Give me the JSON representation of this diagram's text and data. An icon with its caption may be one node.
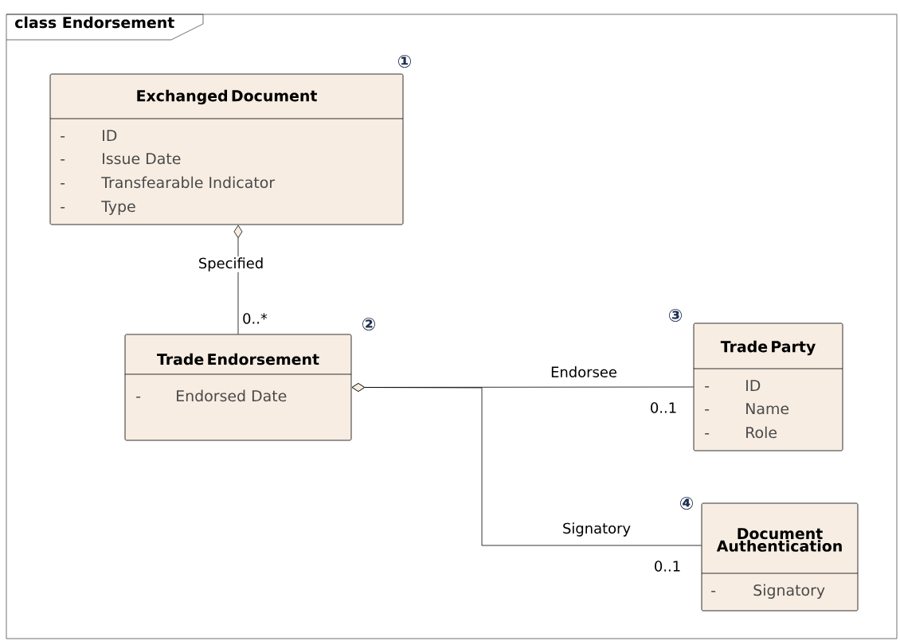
{
  "diagram": {
    "nodes": [
      {
        "text": [
          "class Endorsement"
        ]
      },
      {
        "text": [
          "Exchanged Document",
          "-",
          "ID",
          "-",
          "Issue Date",
          "-",
          "Transfearable Indicator",
          "-",
          "Type"
        ],
        "beside": [
          "①"
        ],
        "in": 0
      },
      {
        "text": [
          "Trade Endorsement",
          "-",
          "Endorsed Date"
        ],
        "beside": [
          "②"
        ],
        "in": 0
      },
      {
        "text": [
          "Trade Party",
          "-",
          "ID",
          "-",
          "Name",
          "-",
          "Role"
        ],
        "beside": [
          "③"
        ],
        "in": 0
      },
      {
        "text": [
          "Document Authentication",
          "-",
          "Signatory"
        ],
        "beside": [
          "④"
        ],
        "in": 0
      }
    ],
    "edges": [
      {
        "from": 1,
        "to": 2,
        "arrow": "other",
        "label": "Specified"
      },
      {
        "from": 2,
        "to": 3,
        "arrow": "other",
        "label": "Endorsee"
      },
      {
        "from": 2,
        "to": 4,
        "arrow": "other",
        "label": "Signatory"
      }
    ],
    "labels": [
      "0..*",
      "0..1",
      "0..1"
    ]
  }
}
